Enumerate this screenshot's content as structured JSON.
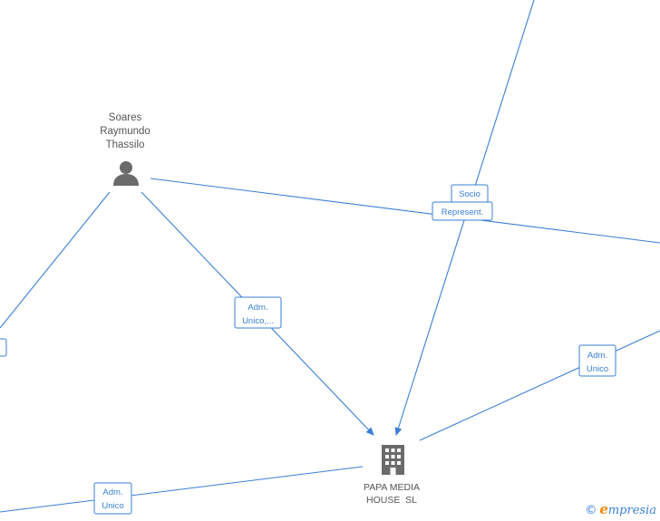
{
  "nodes": {
    "person": {
      "label_lines": [
        "Soares",
        "Raymundo",
        "Thassilo"
      ]
    },
    "company": {
      "label_lines": [
        "PAPA MEDIA",
        "HOUSE  SL"
      ]
    }
  },
  "edge_labels": {
    "person_company": [
      "Adm.",
      "Unico,..."
    ],
    "socio": [
      "Socio"
    ],
    "represent": [
      "Represent."
    ],
    "right_company": [
      "Adm.",
      "Unico"
    ],
    "bottom_company": [
      "Adm.",
      "Unico"
    ]
  },
  "brand": {
    "copyright": "©",
    "e": "e",
    "rest": "mpresia"
  },
  "colors": {
    "edge": "#3a7fd5",
    "node": "#6b6b6b",
    "text": "#555555",
    "brand_accent": "#f08a00"
  }
}
